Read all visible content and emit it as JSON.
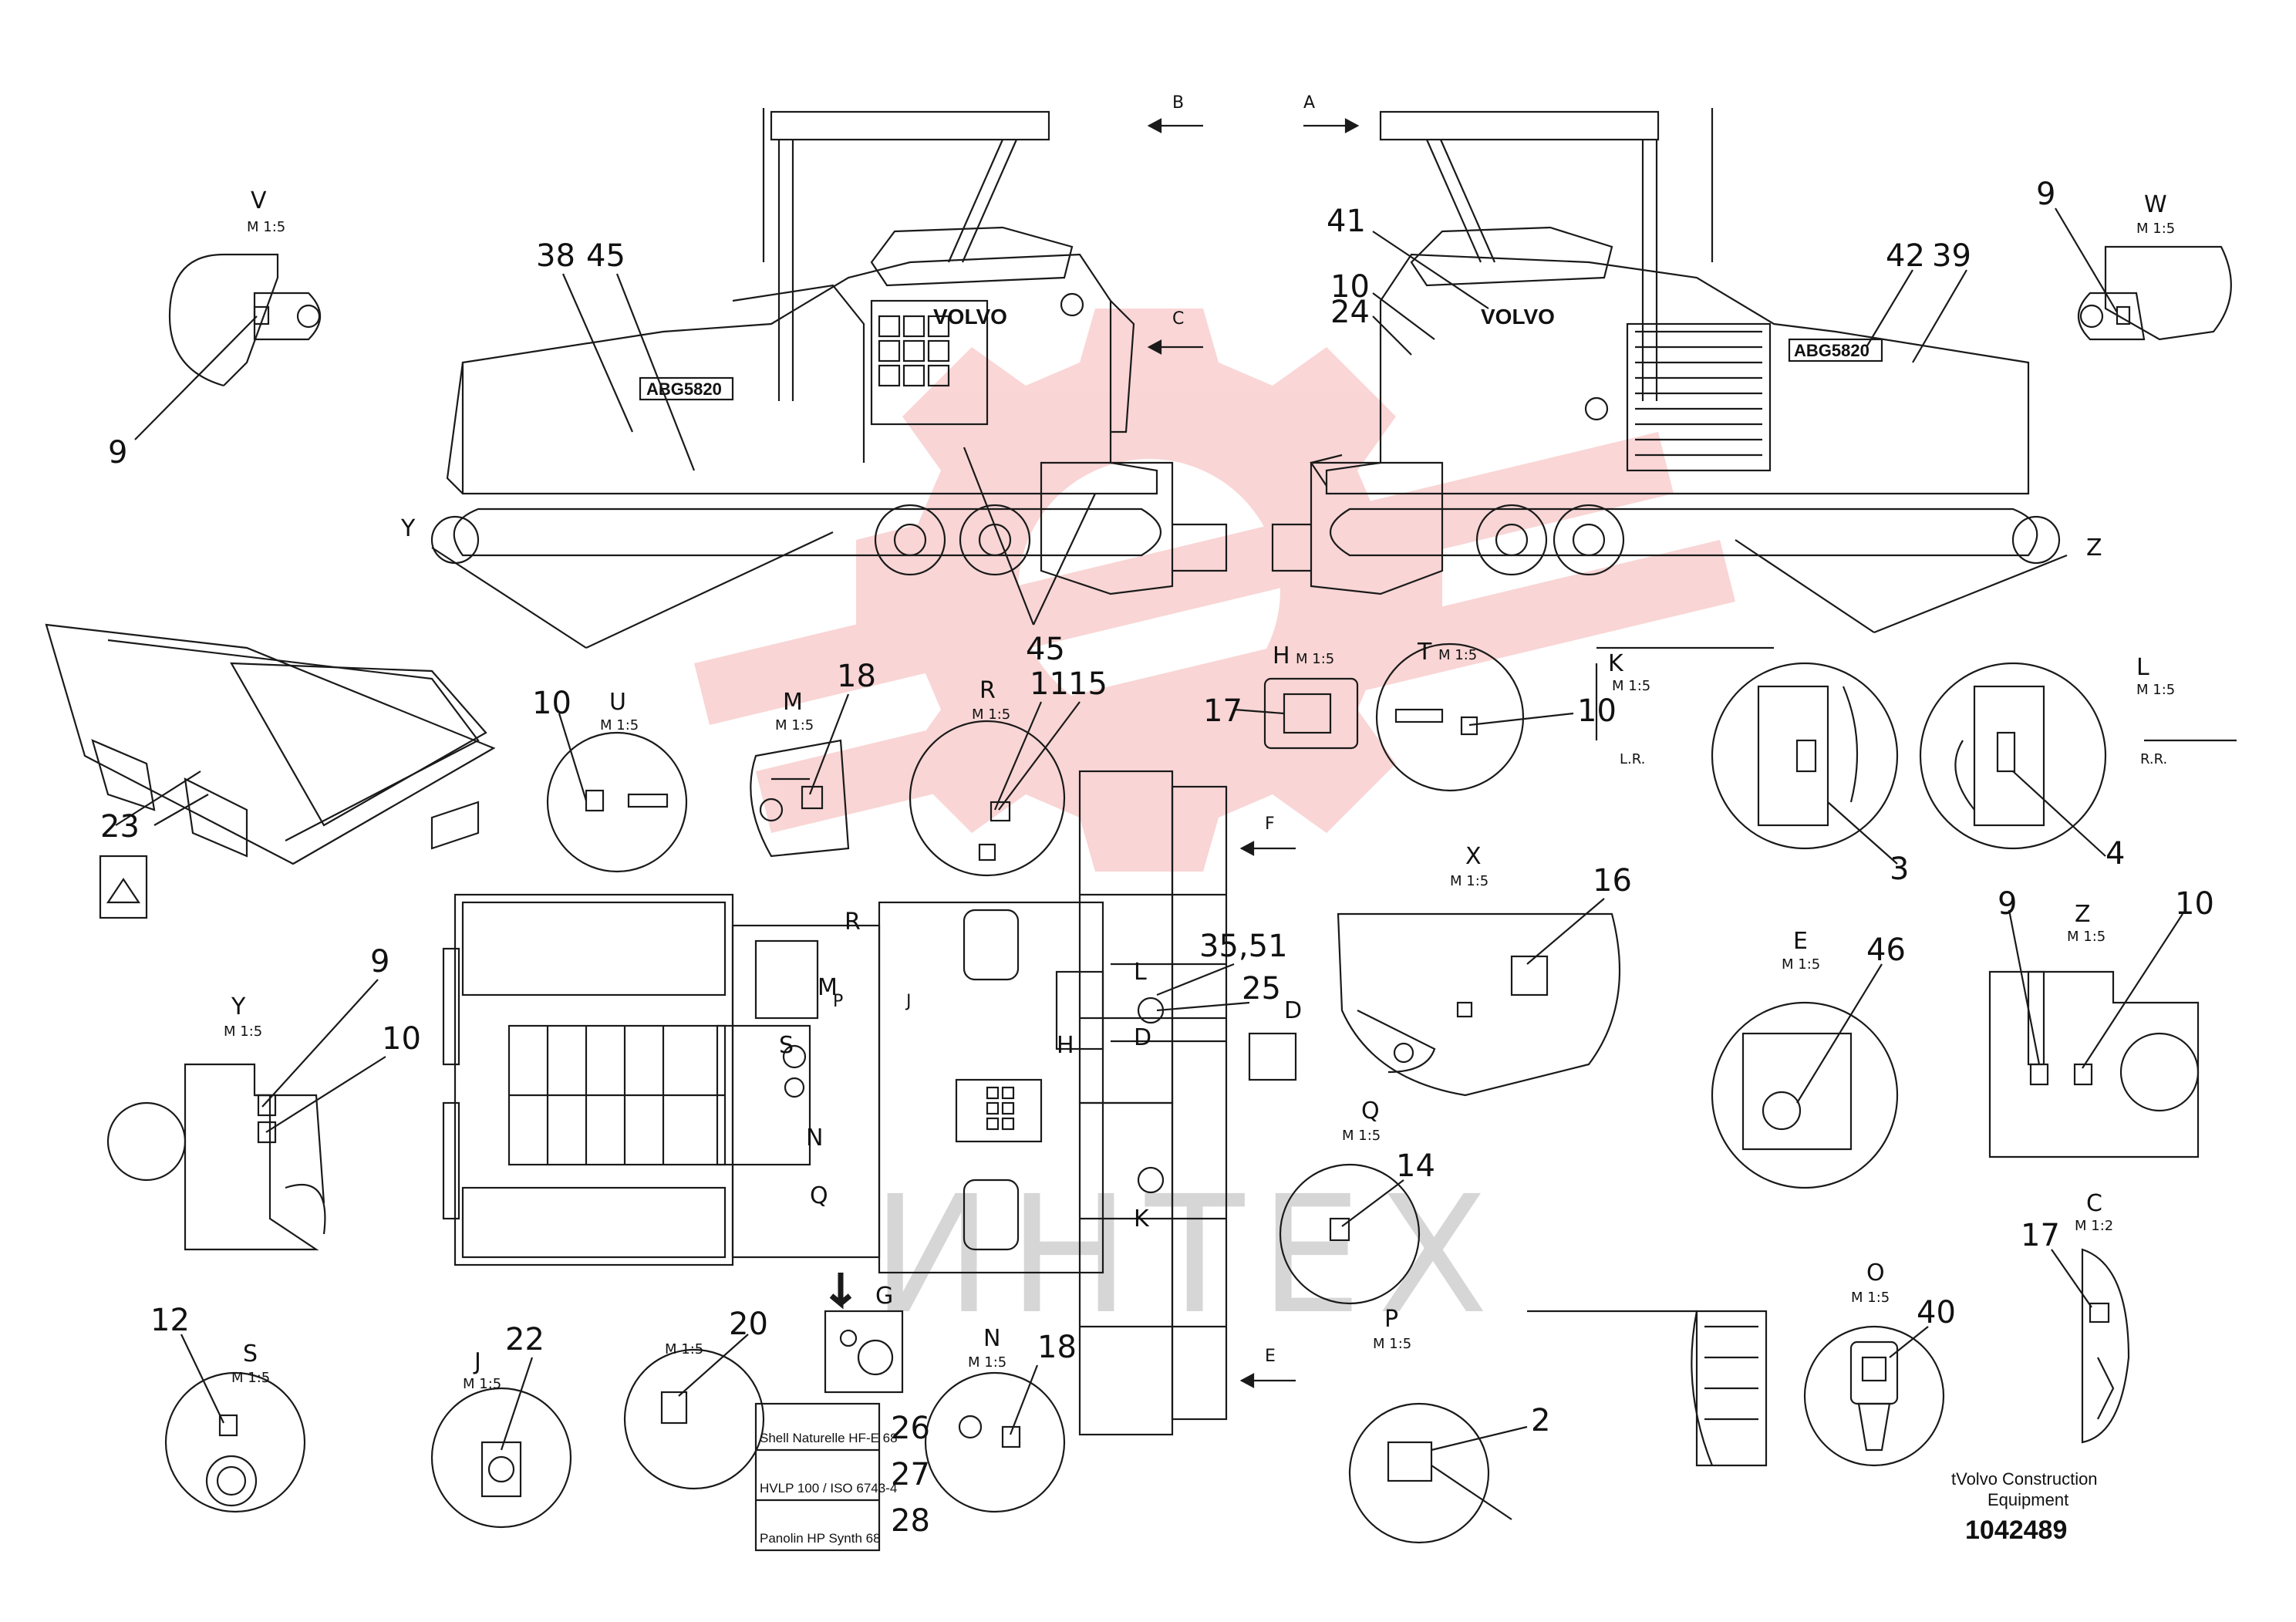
{
  "brand": {
    "logo_text": "VOLVO",
    "model": "ABG5820",
    "watermark": "ИНТЕХ"
  },
  "footer": {
    "company_line1": "tVolvo Construction",
    "company_line2": "Equipment",
    "drawing_number": "1042489"
  },
  "view_arrows": [
    "B",
    "A",
    "C",
    "F",
    "E"
  ],
  "callouts": {
    "c9_v": "9",
    "c38": "38",
    "c45_top": "45",
    "c41": "41",
    "c10_top": "10",
    "c24": "24",
    "c42": "42",
    "c39": "39",
    "c9_w": "9",
    "c45_mid": "45",
    "c23": "23",
    "c10_u": "10",
    "c18_m": "18",
    "c11": "11",
    "c15": "15",
    "c17_h": "17",
    "c10_t": "10",
    "c3": "3",
    "c4": "4",
    "c16": "16",
    "c35_51": "35,51",
    "c25": "25",
    "c9_y": "9",
    "c10_y": "10",
    "c9_z": "9",
    "c10_z": "10",
    "c46": "46",
    "c14": "14",
    "c12": "12",
    "c22": "22",
    "c20": "20",
    "c18_n": "18",
    "c26": "26",
    "c27": "27",
    "c28": "28",
    "c2": "2",
    "c40": "40",
    "c17_c": "17"
  },
  "details": {
    "V": "V",
    "W": "W",
    "Y_side": "Y",
    "Z_side": "Z",
    "U": "U",
    "M": "M",
    "R": "R",
    "H": "H",
    "T": "T",
    "K": "K",
    "L": "L",
    "X": "X",
    "Y": "Y",
    "Z": "Z",
    "E": "E",
    "Q": "Q",
    "S": "S",
    "J": "J",
    "G": "G",
    "N": "N",
    "P": "P",
    "O": "O",
    "C": "C",
    "D": "D"
  },
  "scales": {
    "m15": "M 1:5",
    "m12": "M 1:2"
  },
  "plan_letters": [
    "R",
    "M",
    "P",
    "J",
    "S",
    "H",
    "D",
    "N",
    "Q",
    "K",
    "L"
  ],
  "sidenotes": {
    "k_note": "L.R.",
    "l_note": "R.R."
  },
  "oil_labels": {
    "l26": "Shell Naturelle HF-E 68",
    "l27": "HVLP 100 / ISO 6743-4",
    "l28": "Panolin HP Synth 68"
  },
  "colors": {
    "line": "#1a1a1a",
    "watermark": "#f08a8a",
    "watermark_text": "#cfcfcf"
  }
}
